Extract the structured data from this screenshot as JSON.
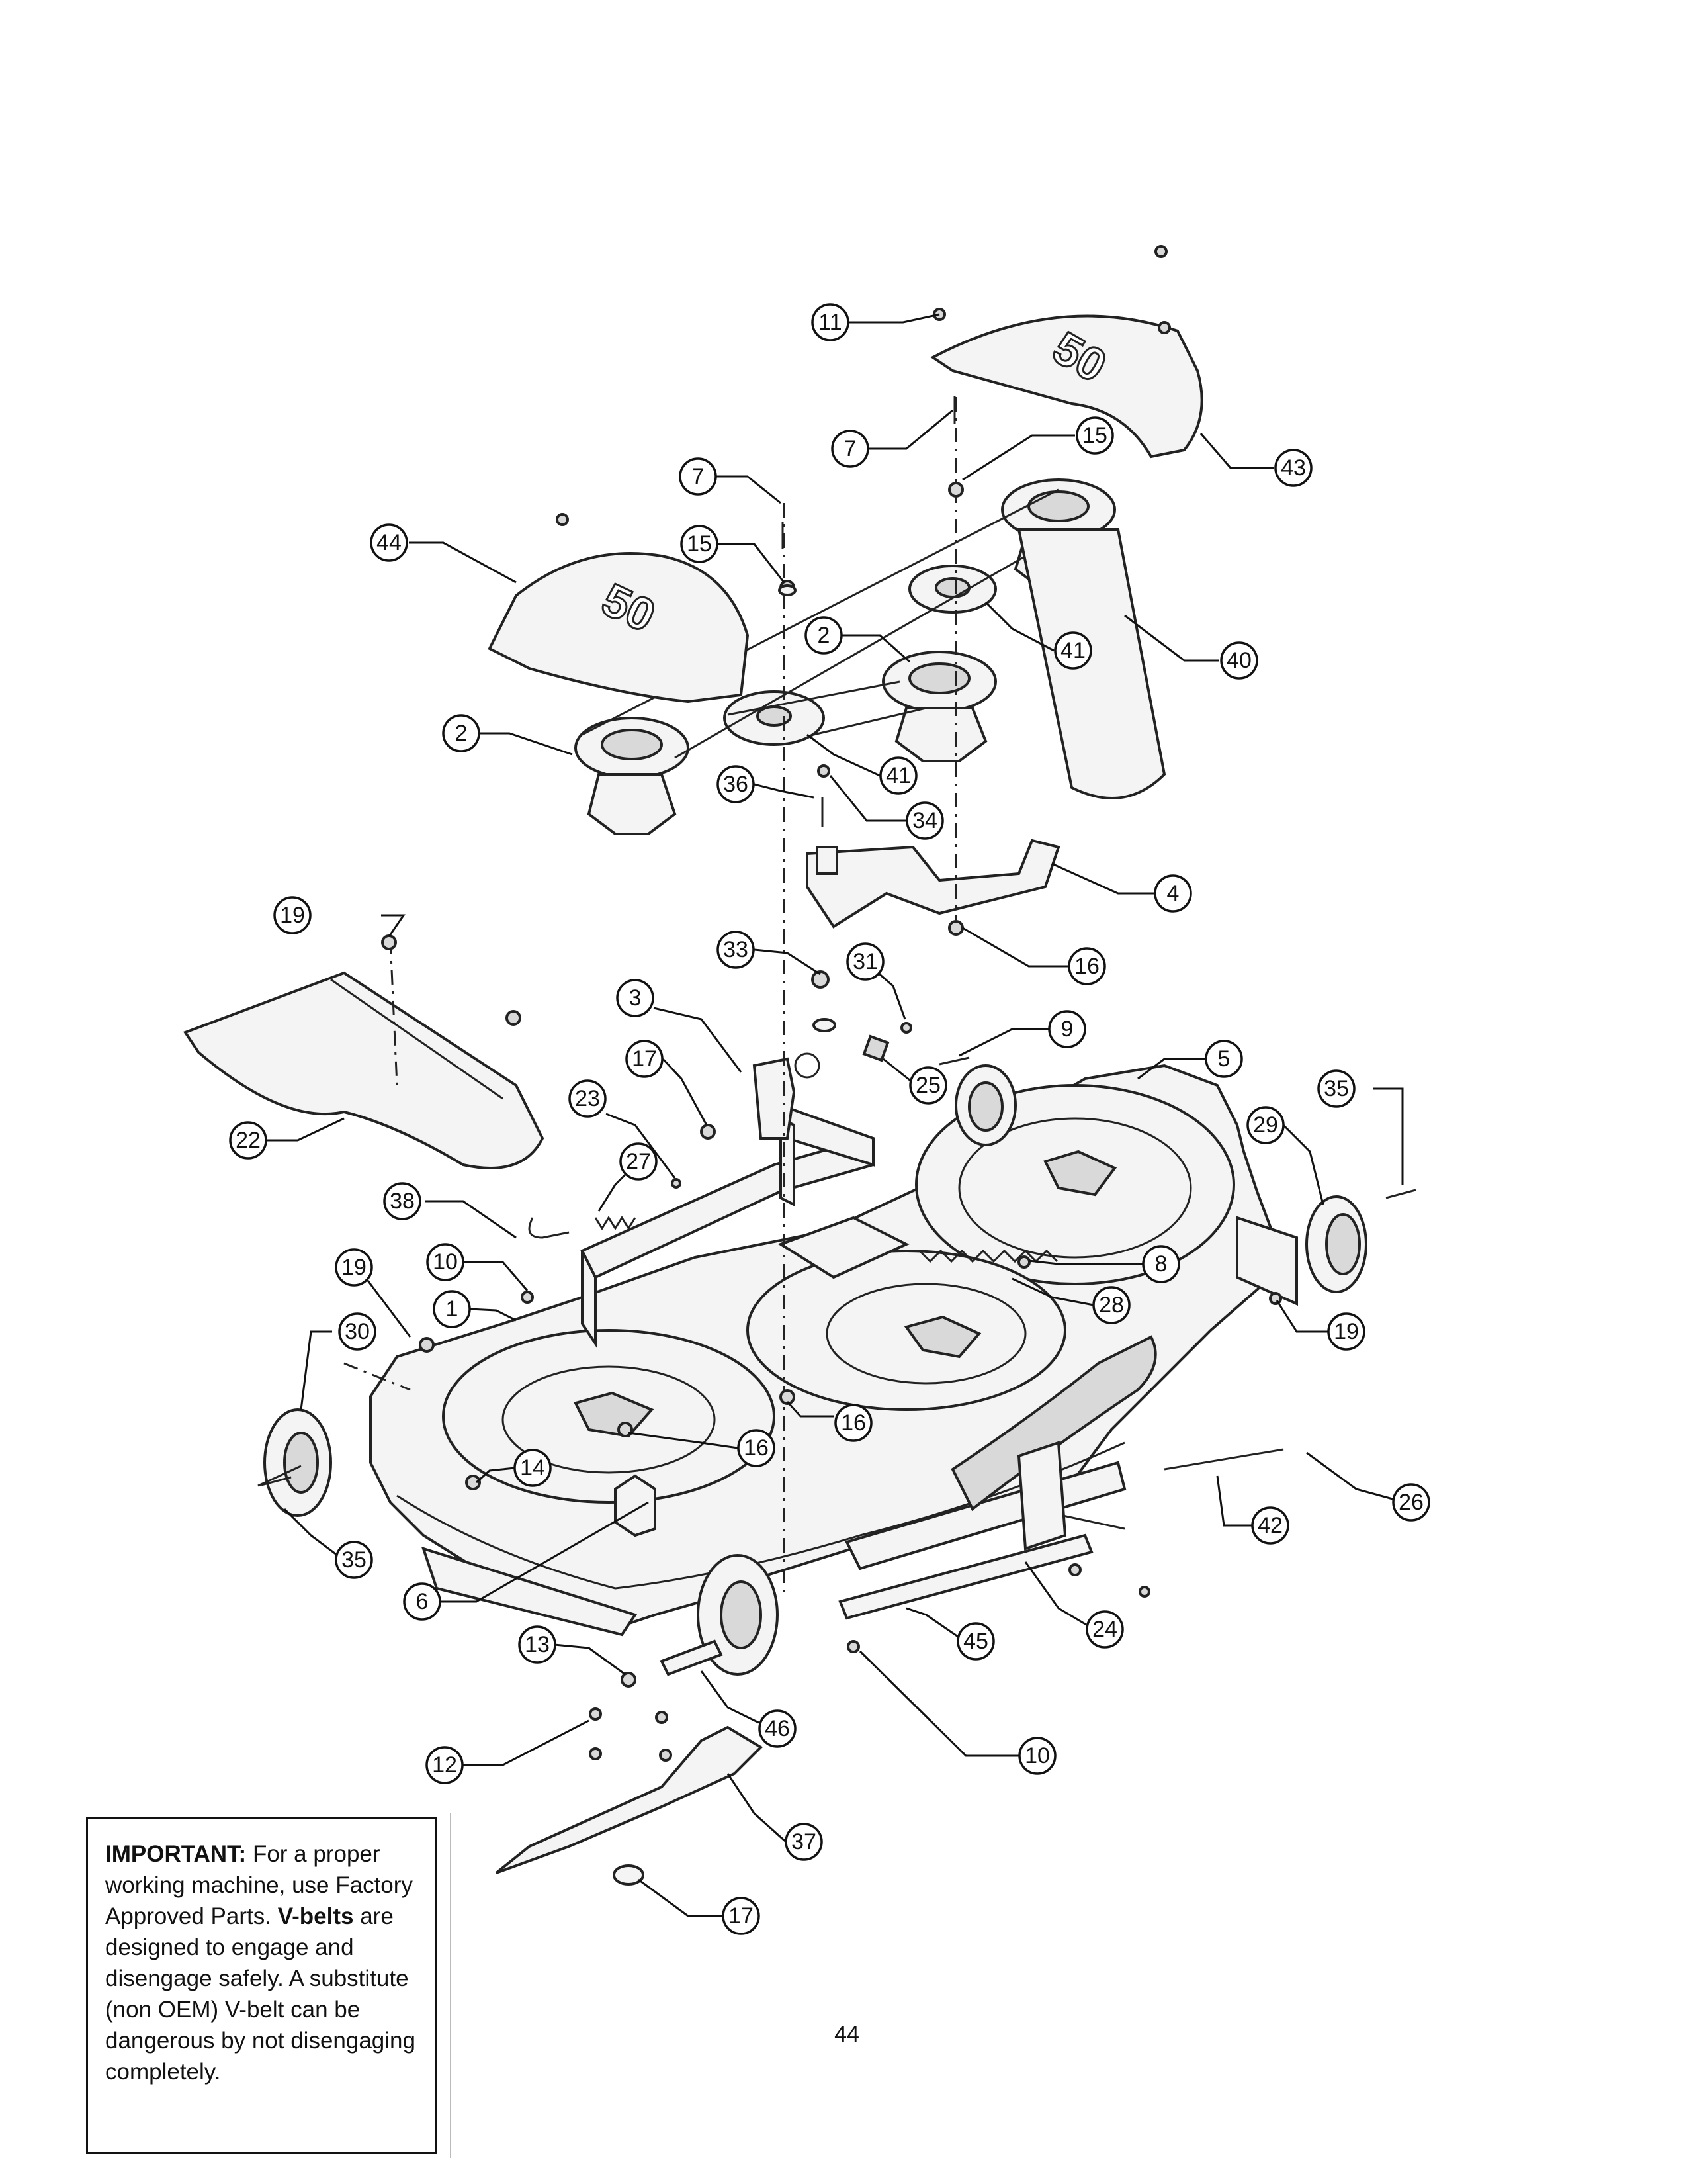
{
  "notice": {
    "heading": "IMPORTANT:",
    "text_1": " For a proper working machine, use Factory Approved Parts. ",
    "highlight": "V-belts",
    "text_2": " are designed to engage and disengage safely. A substitute (non OEM) V-belt can be dangerous by not disengaging completely."
  },
  "page_number": "44",
  "deck_cover_mark": "50",
  "callout_labels": {
    "c1": "1",
    "c2": "2",
    "c3": "3",
    "c4": "4",
    "c5": "5",
    "c6": "6",
    "c7": "7",
    "c8": "8",
    "c9": "9",
    "c10": "10",
    "c11": "11",
    "c12": "12",
    "c13": "13",
    "c14": "14",
    "c15": "15",
    "c16": "16",
    "c17": "17",
    "c19": "19",
    "c22": "22",
    "c23": "23",
    "c24": "24",
    "c25": "25",
    "c26": "26",
    "c27": "27",
    "c28": "28",
    "c29": "29",
    "c30": "30",
    "c31": "31",
    "c33": "33",
    "c34": "34",
    "c35": "35",
    "c36": "36",
    "c37": "37",
    "c38": "38",
    "c40": "40",
    "c41": "41",
    "c42": "42",
    "c43": "43",
    "c44": "44",
    "c45": "45",
    "c46": "46"
  }
}
